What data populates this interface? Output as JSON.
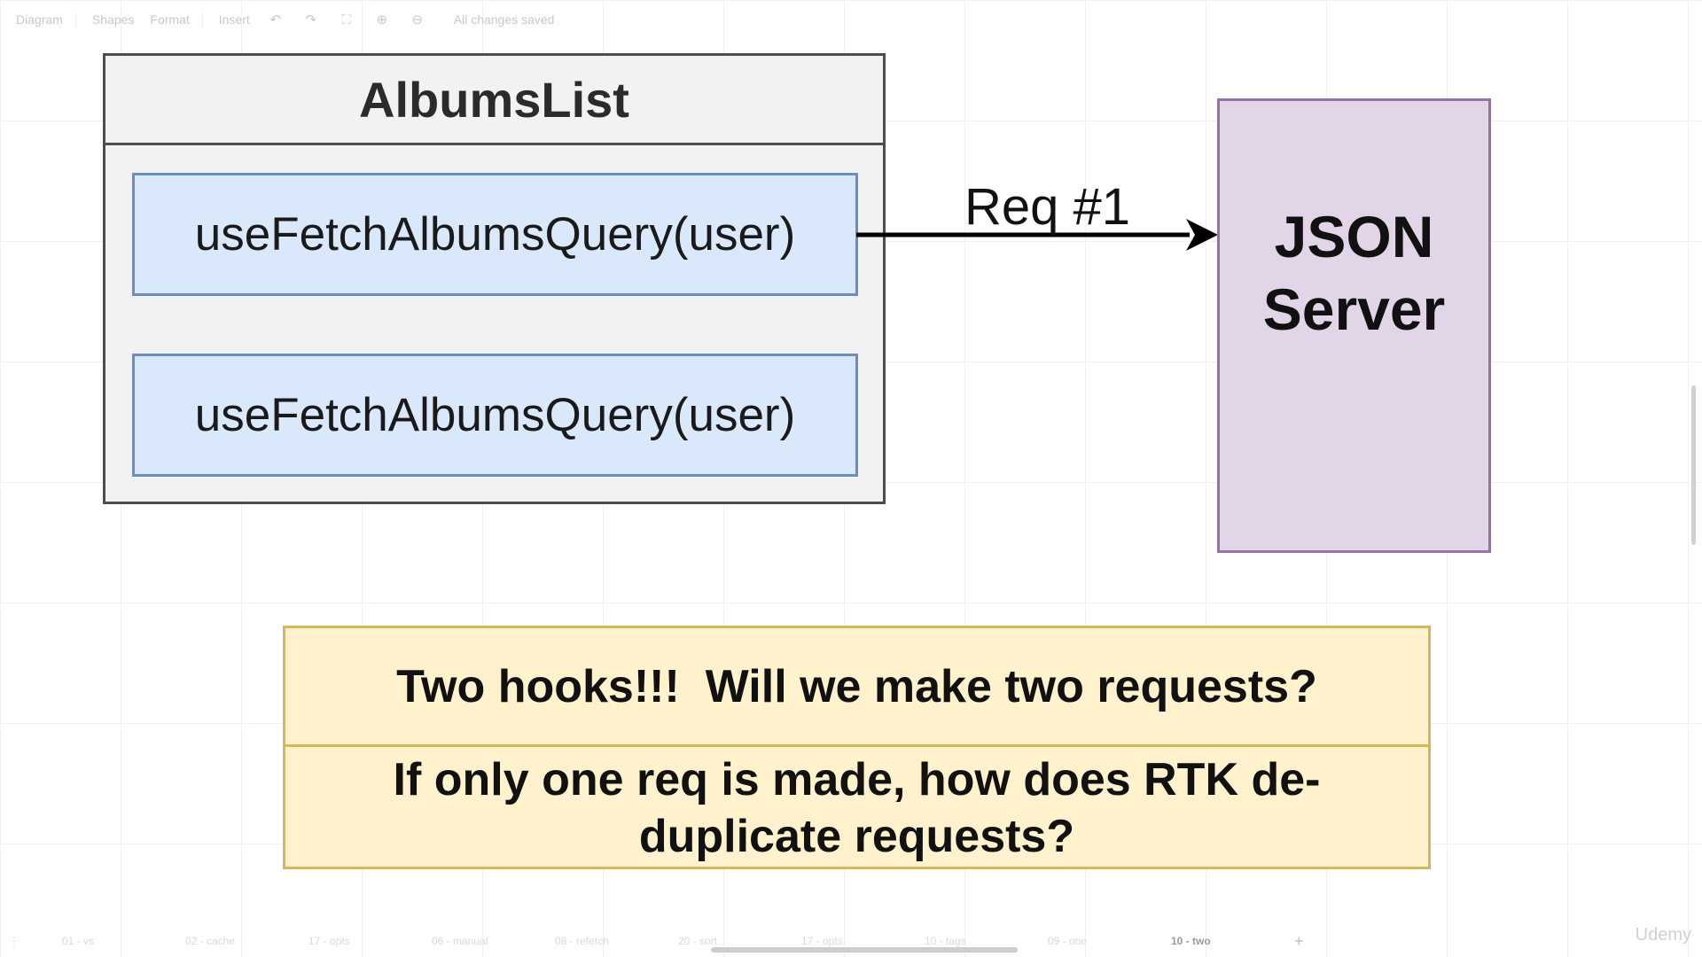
{
  "toolbar": {
    "diagram_menu": "Diagram",
    "shapes": "Shapes",
    "format": "Format",
    "insert": "Insert",
    "status": "All changes saved"
  },
  "albums_list": {
    "title": "AlbumsList",
    "hooks": [
      "useFetchAlbumsQuery(user)",
      "useFetchAlbumsQuery(user)"
    ]
  },
  "request": {
    "label": "Req #1"
  },
  "server": {
    "label": "JSON Server"
  },
  "question": {
    "line1": "Two hooks!!!  Will we make two requests?",
    "line2": "If only one req is made, how does RTK de-duplicate requests?"
  },
  "page_tabs": [
    "01 - vs",
    "02 - cache",
    "17 - opts",
    "06 - manual",
    "08 - refetch",
    "20 - sort",
    "17 - opts",
    "10 - tags",
    "09 - one",
    "10 - two"
  ],
  "active_tab": "10 - two",
  "watermark": "Udemy",
  "colors": {
    "container_fill": "#f2f2f2",
    "hook_fill": "#dae8fc",
    "hook_border": "#6c8ebf",
    "server_fill": "#e1d5e7",
    "server_border": "#9673a6",
    "note_fill": "#fff2cc",
    "note_border": "#d6b656"
  }
}
